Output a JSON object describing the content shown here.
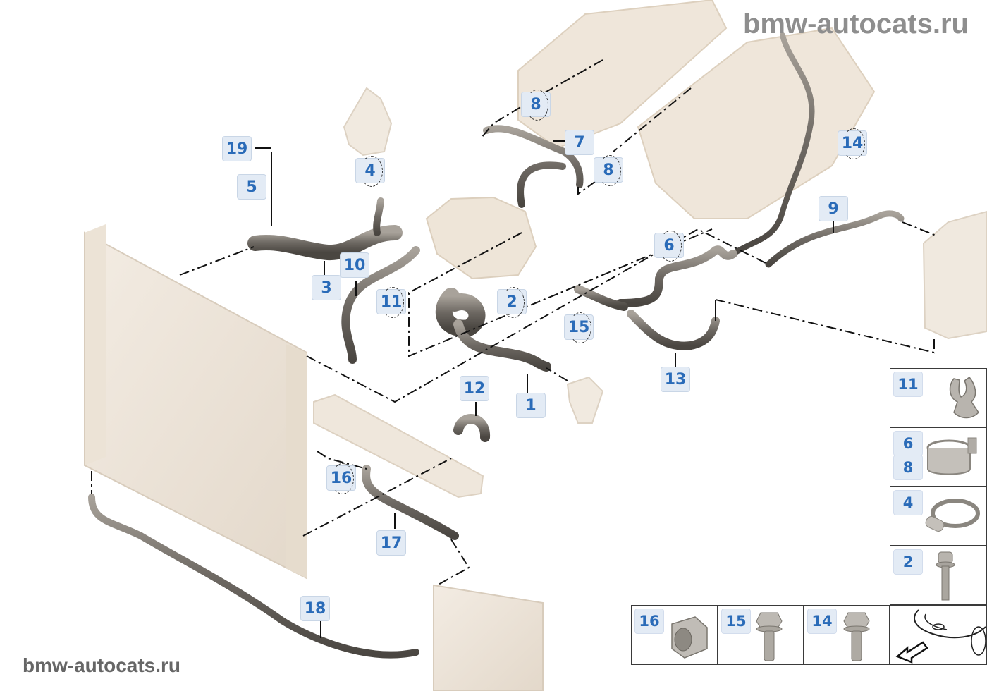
{
  "watermarks": {
    "top_right": "bmw-autocats.ru",
    "bottom_left": "bmw-autocats.ru"
  },
  "diagram": {
    "title": "Cooling system coolant hoses (exploded parts diagram)",
    "callouts": [
      {
        "id": "1",
        "label": "1",
        "circled": false
      },
      {
        "id": "2",
        "label": "2",
        "circled": true
      },
      {
        "id": "3",
        "label": "3",
        "circled": false
      },
      {
        "id": "4",
        "label": "4",
        "circled": true
      },
      {
        "id": "5",
        "label": "5",
        "circled": false
      },
      {
        "id": "6",
        "label": "6",
        "circled": true
      },
      {
        "id": "7",
        "label": "7",
        "circled": false
      },
      {
        "id": "8a",
        "label": "8",
        "circled": true
      },
      {
        "id": "8b",
        "label": "8",
        "circled": true
      },
      {
        "id": "9",
        "label": "9",
        "circled": false
      },
      {
        "id": "10",
        "label": "10",
        "circled": false
      },
      {
        "id": "11",
        "label": "11",
        "circled": true
      },
      {
        "id": "12",
        "label": "12",
        "circled": false
      },
      {
        "id": "13",
        "label": "13",
        "circled": false
      },
      {
        "id": "14",
        "label": "14",
        "circled": true
      },
      {
        "id": "15",
        "label": "15",
        "circled": true
      },
      {
        "id": "16",
        "label": "16",
        "circled": true
      },
      {
        "id": "17",
        "label": "17",
        "circled": false
      },
      {
        "id": "18",
        "label": "18",
        "circled": false
      },
      {
        "id": "19",
        "label": "19",
        "circled": false
      }
    ]
  },
  "legend": {
    "cells": [
      {
        "labels": [
          "11"
        ],
        "part": "hose-clip-holder"
      },
      {
        "labels": [
          "6",
          "8"
        ],
        "part": "spring-band-clamp"
      },
      {
        "labels": [
          "4"
        ],
        "part": "hose-clamp"
      },
      {
        "labels": [
          "2"
        ],
        "part": "socket-head-bolt"
      },
      {
        "labels": [
          "16"
        ],
        "part": "grommet-bushing"
      },
      {
        "labels": [
          "15"
        ],
        "part": "hex-flange-bolt"
      },
      {
        "labels": [
          "14"
        ],
        "part": "hex-flange-bolt"
      },
      {
        "labels": [],
        "part": "vehicle-front-orientation"
      }
    ]
  }
}
